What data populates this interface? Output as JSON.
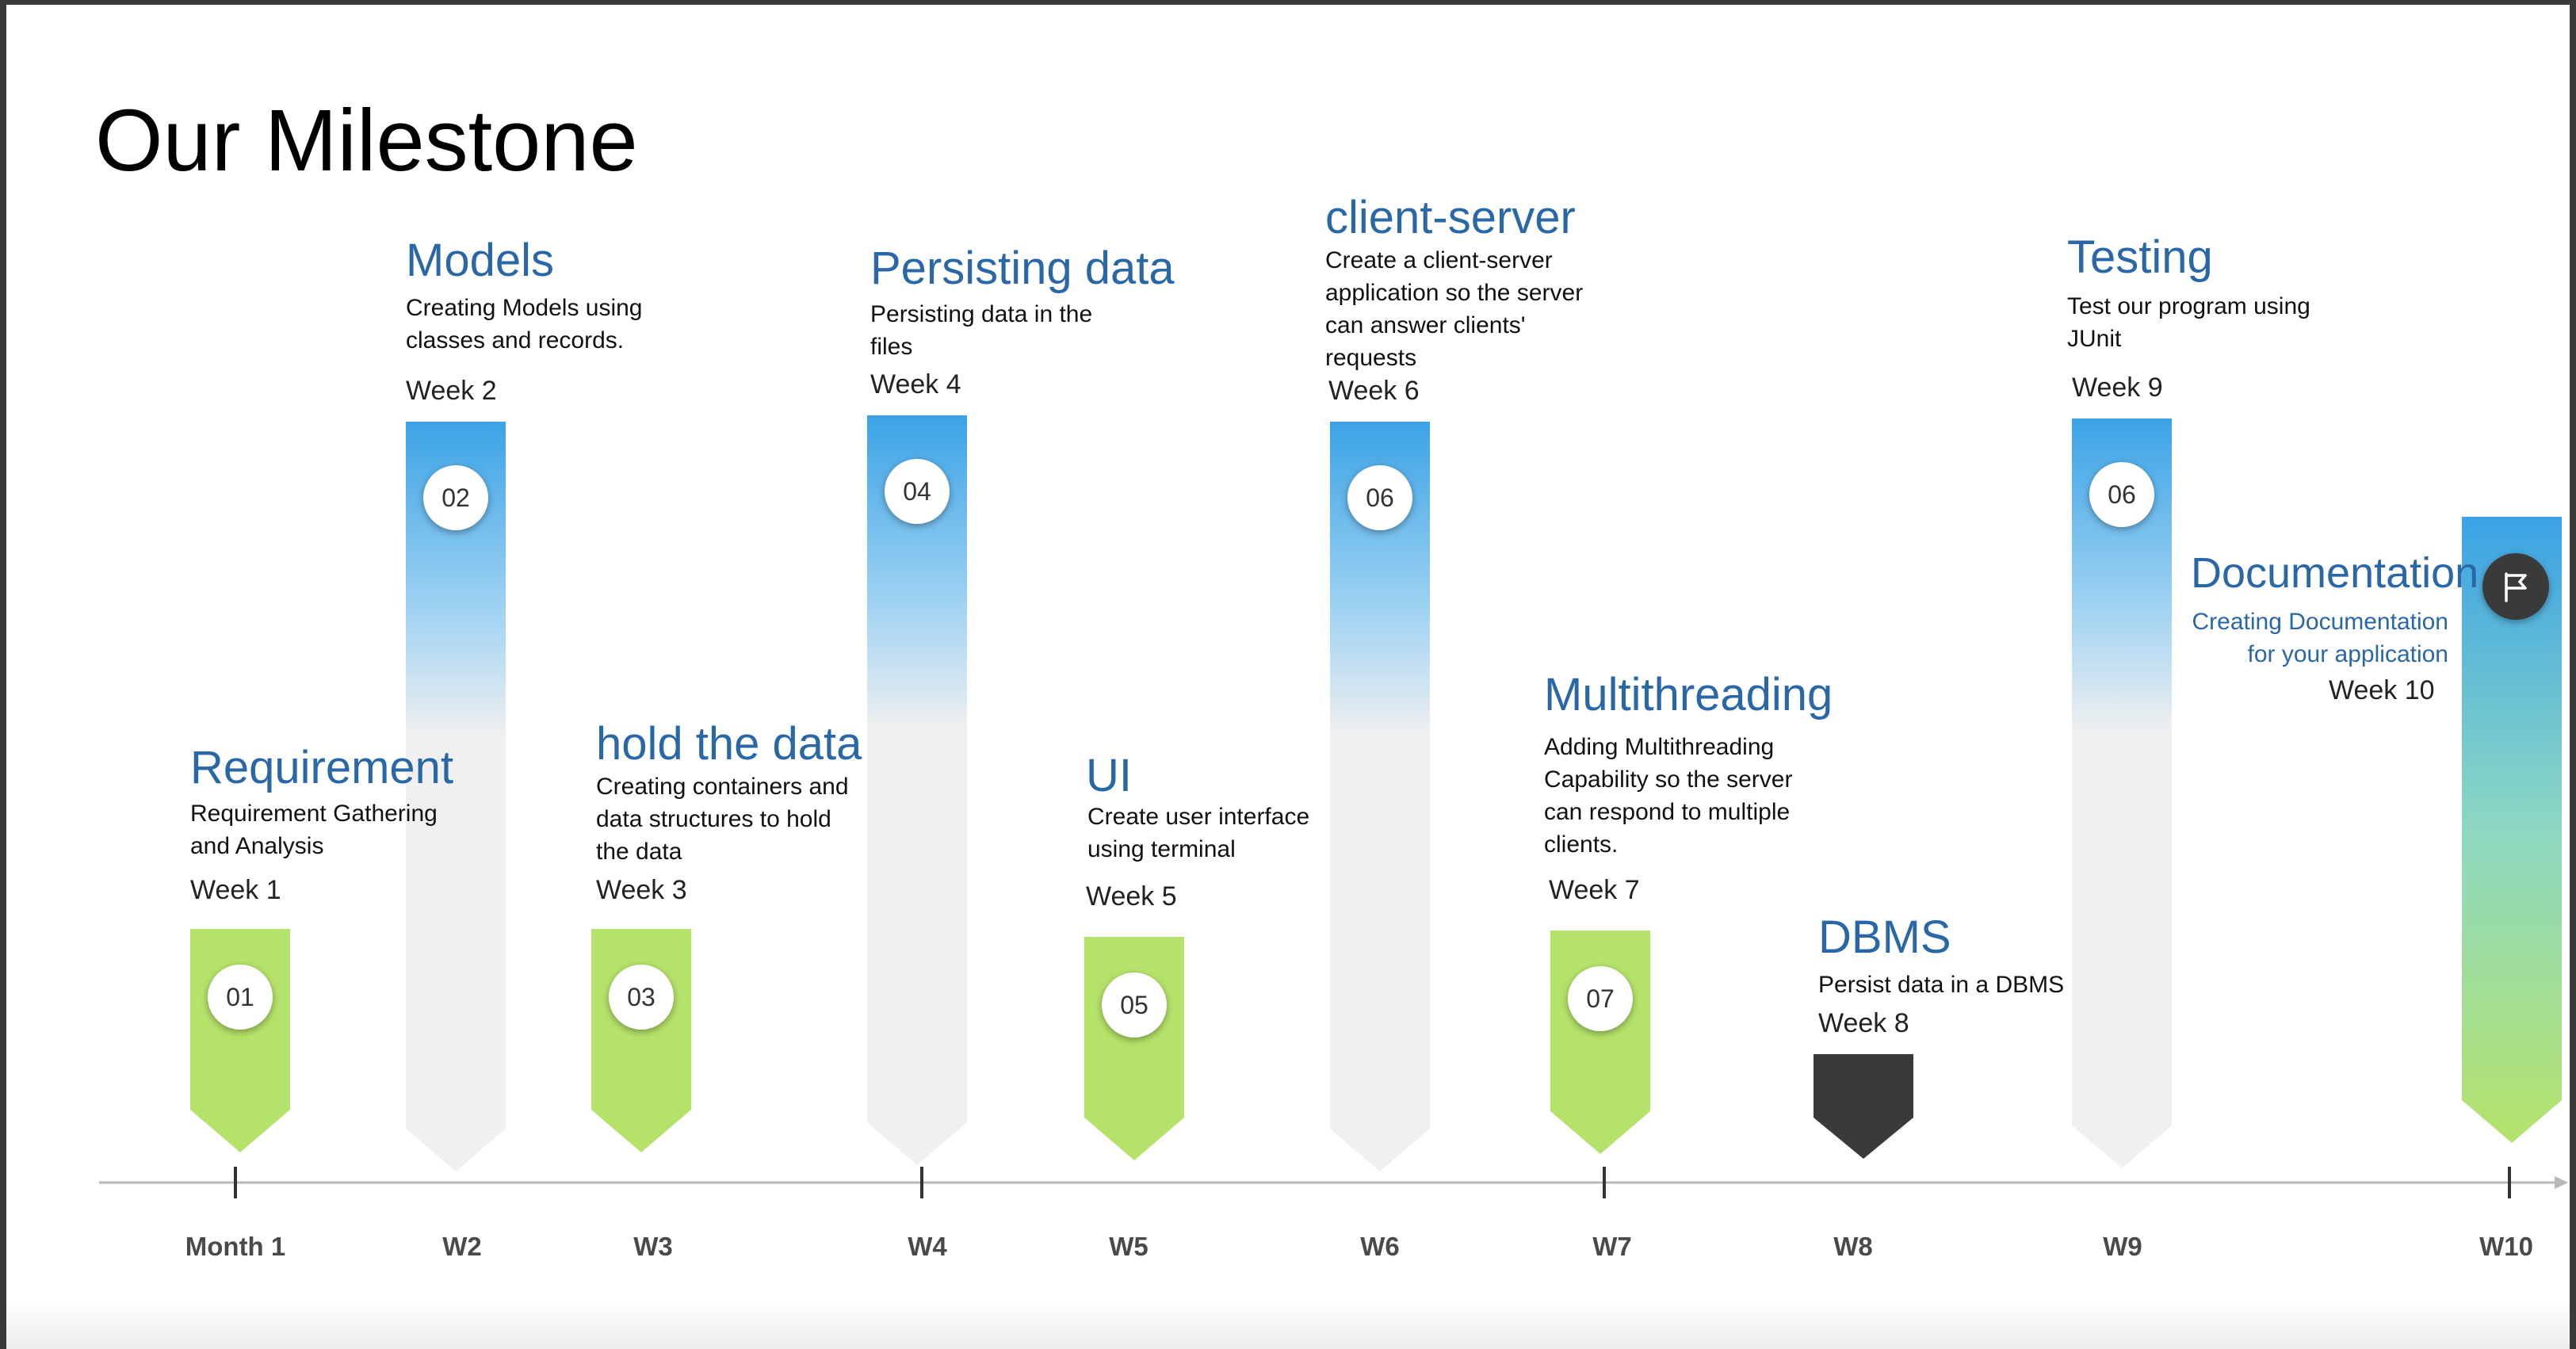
{
  "title": "Our Milestone",
  "milestones": [
    {
      "title": "Requirement",
      "desc": "Requirement Gathering and Analysis",
      "week": "Week 1",
      "badge": "01"
    },
    {
      "title": "Models",
      "desc": "Creating Models using classes and records.",
      "week": "Week 2",
      "badge": "02"
    },
    {
      "title": "hold the data",
      "desc": "Creating containers and data structures to hold the data",
      "week": "Week 3",
      "badge": "03"
    },
    {
      "title": "Persisting data",
      "desc": "Persisting data in the files",
      "week": "Week 4",
      "badge": "04"
    },
    {
      "title": "UI",
      "desc": "Create user interface using terminal",
      "week": "Week 5",
      "badge": "05"
    },
    {
      "title": "client-server",
      "desc": "Create a client-server application so the server can answer clients' requests",
      "week": "Week 6",
      "badge": "06"
    },
    {
      "title": "Multithreading",
      "desc": "Adding Multithreading Capability so the server can respond to multiple clients.",
      "week": "Week 7",
      "badge": "07"
    },
    {
      "title": "DBMS",
      "desc": "Persist data in a DBMS",
      "week": "Week 8"
    },
    {
      "title": "Testing",
      "desc": "Test our program using JUnit",
      "week": "Week 9",
      "badge": "06"
    },
    {
      "title": "Documentation",
      "desc": "Creating Documentation for your application",
      "week": "Week 10",
      "icon": "flag-icon"
    }
  ],
  "axis_labels": [
    "Month 1",
    "W2",
    "W3",
    "W4",
    "W5",
    "W6",
    "W7",
    "W8",
    "W9",
    "W10"
  ],
  "colors": {
    "title_blue": "#2a67a6",
    "green": "#b5e36a",
    "blue_top": "#3ba3e6",
    "light_gray": "#f0f0f0",
    "dark": "#3a3a3a"
  }
}
